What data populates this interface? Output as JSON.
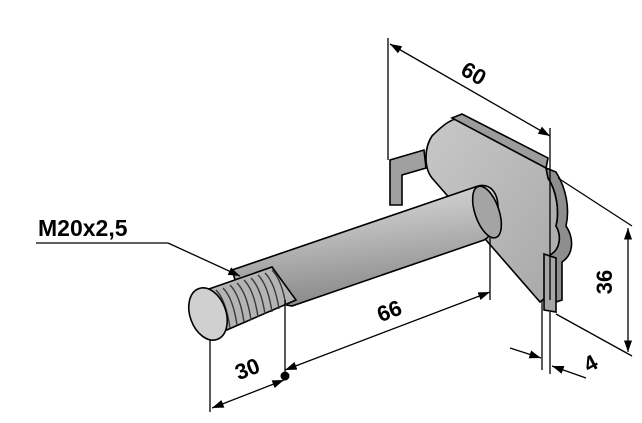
{
  "thread_spec": "M20x2,5",
  "dimensions": {
    "plate_width": "60",
    "shank_length": "66",
    "thread_length": "30",
    "plate_height": "36",
    "plate_thickness": "4"
  },
  "colors": {
    "part_fill": "#b9b9b9",
    "part_shadow": "#8c8c8c",
    "part_highlight": "#dcdcdc",
    "line": "#000000"
  }
}
